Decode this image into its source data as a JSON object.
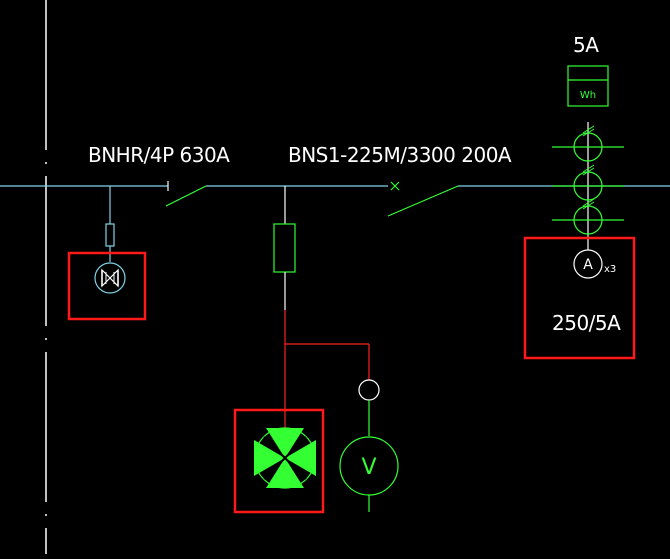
{
  "labels": {
    "breaker_main": "BNHR/4P 630A",
    "breaker_branch": "BNS1-225M/3300 200A",
    "meter_rating": "5A",
    "wh_label": "Wh",
    "ct_ratio": "250/5A",
    "ammeter_symbol": "A",
    "ammeter_multiplier": "x3",
    "voltmeter_symbol": "V"
  },
  "colors": {
    "background": "#000000",
    "busbar": "#7fd4e6",
    "green": "#33ff33",
    "red": "#ff2020",
    "highlight_box": "#ff1a1a",
    "white": "#ffffff"
  }
}
